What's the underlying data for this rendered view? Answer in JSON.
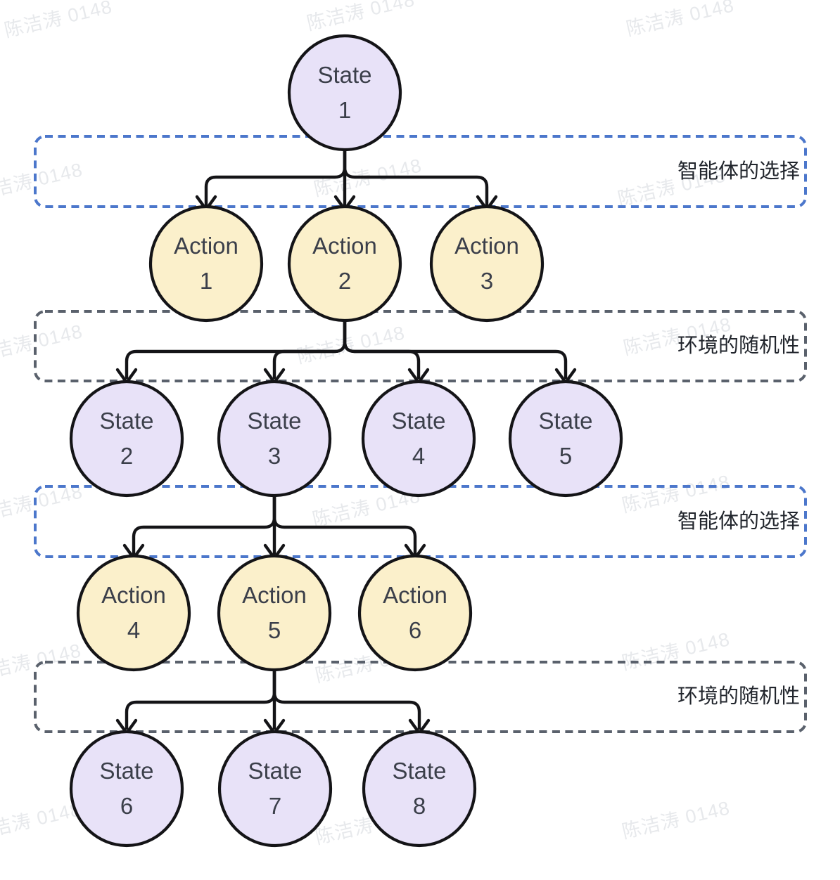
{
  "diagram_title": "",
  "watermark": {
    "text": "陈洁涛 0148"
  },
  "bands": [
    {
      "label": "智能体的选择",
      "type": "agent-choice"
    },
    {
      "label": "环境的随机性",
      "type": "environment-randomness"
    },
    {
      "label": "智能体的选择",
      "type": "agent-choice"
    },
    {
      "label": "环境的随机性",
      "type": "environment-randomness"
    }
  ],
  "nodes": [
    {
      "id": "state-1",
      "type": "state",
      "line1": "State",
      "line2": "1"
    },
    {
      "id": "action-1",
      "type": "action",
      "line1": "Action",
      "line2": "1"
    },
    {
      "id": "action-2",
      "type": "action",
      "line1": "Action",
      "line2": "2"
    },
    {
      "id": "action-3",
      "type": "action",
      "line1": "Action",
      "line2": "3"
    },
    {
      "id": "state-2",
      "type": "state",
      "line1": "State",
      "line2": "2"
    },
    {
      "id": "state-3",
      "type": "state",
      "line1": "State",
      "line2": "3"
    },
    {
      "id": "state-4",
      "type": "state",
      "line1": "State",
      "line2": "4"
    },
    {
      "id": "state-5",
      "type": "state",
      "line1": "State",
      "line2": "5"
    },
    {
      "id": "action-4",
      "type": "action",
      "line1": "Action",
      "line2": "4"
    },
    {
      "id": "action-5",
      "type": "action",
      "line1": "Action",
      "line2": "5"
    },
    {
      "id": "action-6",
      "type": "action",
      "line1": "Action",
      "line2": "6"
    },
    {
      "id": "state-6",
      "type": "state",
      "line1": "State",
      "line2": "6"
    },
    {
      "id": "state-7",
      "type": "state",
      "line1": "State",
      "line2": "7"
    },
    {
      "id": "state-8",
      "type": "state",
      "line1": "State",
      "line2": "8"
    }
  ],
  "edges": [
    {
      "from": "State 1",
      "to": [
        "Action 1",
        "Action 2",
        "Action 3"
      ],
      "band": "智能体的选择"
    },
    {
      "from": "Action 2",
      "to": [
        "State 2",
        "State 3",
        "State 4",
        "State 5"
      ],
      "band": "环境的随机性"
    },
    {
      "from": "State 3",
      "to": [
        "Action 4",
        "Action 5",
        "Action 6"
      ],
      "band": "智能体的选择"
    },
    {
      "from": "Action 5",
      "to": [
        "State 6",
        "State 7",
        "State 8"
      ],
      "band": "环境的随机性"
    }
  ],
  "colors": {
    "background": "#FFFFFF",
    "state_node_fill": "#E8E2F8",
    "action_node_fill": "#FBF0CB",
    "node_border": "#141417",
    "arrow": "#141417",
    "agent_band_border": "#4C77CB",
    "env_band_border": "#5A616C",
    "node_text": "#3B3F4A",
    "band_label_text": "#22262D",
    "watermark_text": "#E7E9EC"
  }
}
